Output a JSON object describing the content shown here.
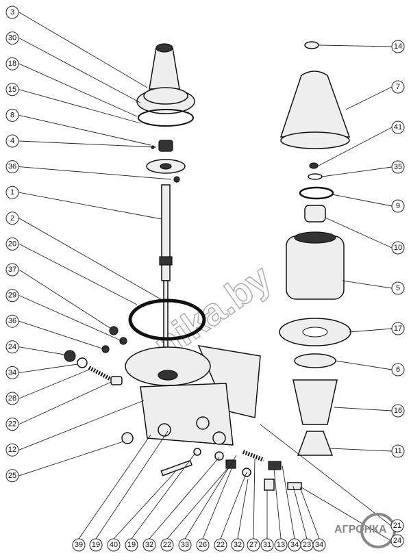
{
  "title": "Centrifugal oil filter exploded parts diagram",
  "watermark": "nika.by",
  "logo_text": "АГРОНКА",
  "callouts": {
    "left": [
      "3",
      "30",
      "18",
      "15",
      "8",
      "4",
      "36",
      "1",
      "2",
      "20",
      "37",
      "29",
      "36",
      "24",
      "34",
      "28",
      "22",
      "12",
      "25"
    ],
    "right": [
      "14",
      "7",
      "41",
      "35",
      "9",
      "10",
      "5",
      "17",
      "6",
      "16",
      "11"
    ],
    "bottom": [
      "39",
      "19",
      "40",
      "19",
      "32",
      "22",
      "33",
      "26",
      "22",
      "32",
      "27",
      "31",
      "13",
      "34",
      "23",
      "34"
    ],
    "bottom_right": [
      "21",
      "24"
    ]
  }
}
